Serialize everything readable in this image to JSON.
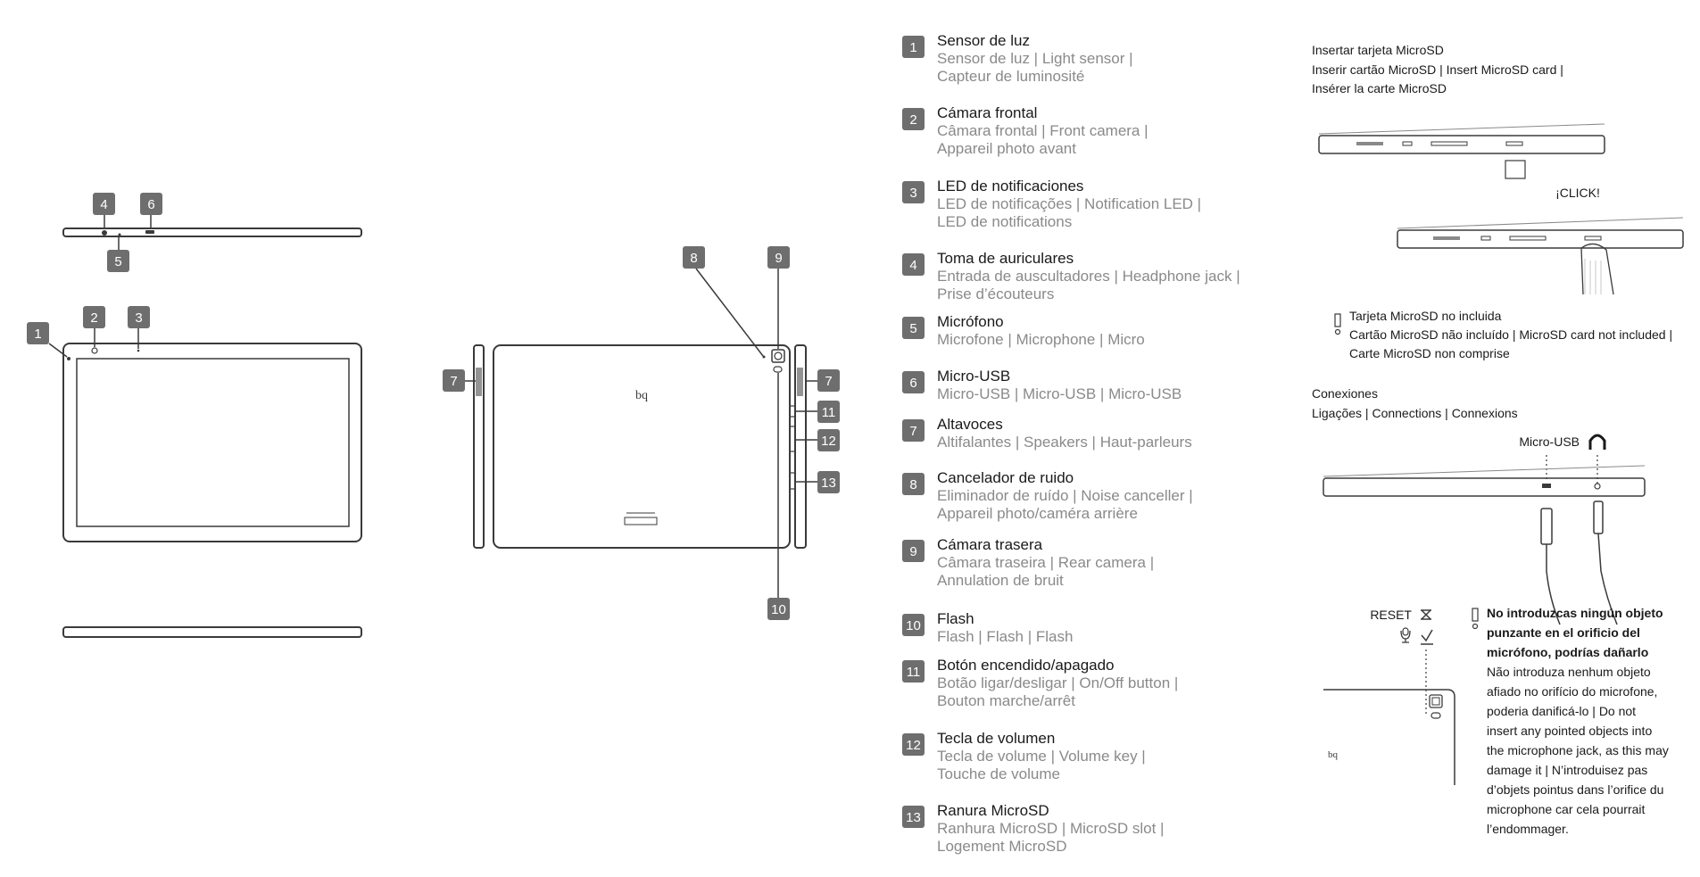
{
  "colors": {
    "badge": "#6e6e6e",
    "line": "#3a3a3a",
    "sub_text": "#8a8a8a"
  },
  "legend": [
    {
      "num": "1",
      "title": "Sensor de luz",
      "sub1": "Sensor de luz | Light  sensor |",
      "sub2": "Capteur de luminosité"
    },
    {
      "num": "2",
      "title": "Cámara frontal",
      "sub1": "Câmara frontal | Front camera |",
      "sub2": "Appareil photo avant"
    },
    {
      "num": "3",
      "title": "LED de notificaciones",
      "sub1": "LED de notificações | Notification LED |",
      "sub2": "LED de notifications"
    },
    {
      "num": "4",
      "title": "Toma de auriculares",
      "sub1": "Entrada de auscultadores | Headphone jack |",
      "sub2": "Prise d’écouteurs"
    },
    {
      "num": "5",
      "title": "Micrófono",
      "sub1": "Microfone | Microphone | Micro",
      "sub2": ""
    },
    {
      "num": "6",
      "title": "Micro-USB",
      "sub1": "Micro-USB | Micro-USB | Micro-USB",
      "sub2": ""
    },
    {
      "num": "7",
      "title": "Altavoces",
      "sub1": "Altifalantes | Speakers | Haut-parleurs",
      "sub2": ""
    },
    {
      "num": "8",
      "title": "Cancelador de ruido",
      "sub1": "Eliminador de ruído | Noise canceller |",
      "sub2": "Appareil photo/caméra arrière"
    },
    {
      "num": "9",
      "title": "Cámara trasera",
      "sub1": "Câmara traseira | Rear camera |",
      "sub2": "Annulation de bruit"
    },
    {
      "num": "10",
      "title": "Flash",
      "sub1": "Flash | Flash | Flash",
      "sub2": ""
    },
    {
      "num": "11",
      "title": "Botón encendido/apagado",
      "sub1": "Botão ligar/desligar | On/Off button |",
      "sub2": "Bouton marche/arrêt"
    },
    {
      "num": "12",
      "title": "Tecla de volumen",
      "sub1": "Tecla de volume | Volume key |",
      "sub2": "Touche de volume"
    },
    {
      "num": "13",
      "title": "Ranura MicroSD",
      "sub1": "Ranhura MicroSD | MicroSD slot |",
      "sub2": "Logement MicroSD"
    }
  ],
  "callouts": [
    "1",
    "2",
    "3",
    "4",
    "5",
    "6",
    "7",
    "7",
    "8",
    "9",
    "10",
    "11",
    "12",
    "13"
  ],
  "brand_mark": "bq",
  "microsd": {
    "title": "Insertar tarjeta MicroSD",
    "line1": "Inserir cartão MicroSD | Insert MicroSD card |",
    "line2": "Insérer la carte MicroSD",
    "click": "¡CLICK!"
  },
  "microsd_note": {
    "title": "Tarjeta MicroSD no incluida",
    "line1": "Cartão MicroSD não incluído | MicroSD card not included |",
    "line2": "Carte MicroSD non comprise"
  },
  "connections": {
    "title": "Conexiones",
    "line1": "Ligações | Connections | Connexions",
    "usb_label": "Micro-USB"
  },
  "reset": {
    "label": "RESET"
  },
  "warning": {
    "bold1": "No introduzcas ningún objeto",
    "bold2": "punzante en el orificio del",
    "bold3": "micrófono, podrías dañarlo",
    "lines": [
      "Não introduza nenhum objeto",
      "afiado no orifício do microfone,",
      "poderia danificá-lo | Do not",
      "insert any pointed objects into",
      "the microphone jack, as this may",
      "damage it | N’introduisez pas",
      "d’objets pointus dans l’orifice du",
      "microphone car cela pourrait",
      "l’endommager."
    ]
  }
}
